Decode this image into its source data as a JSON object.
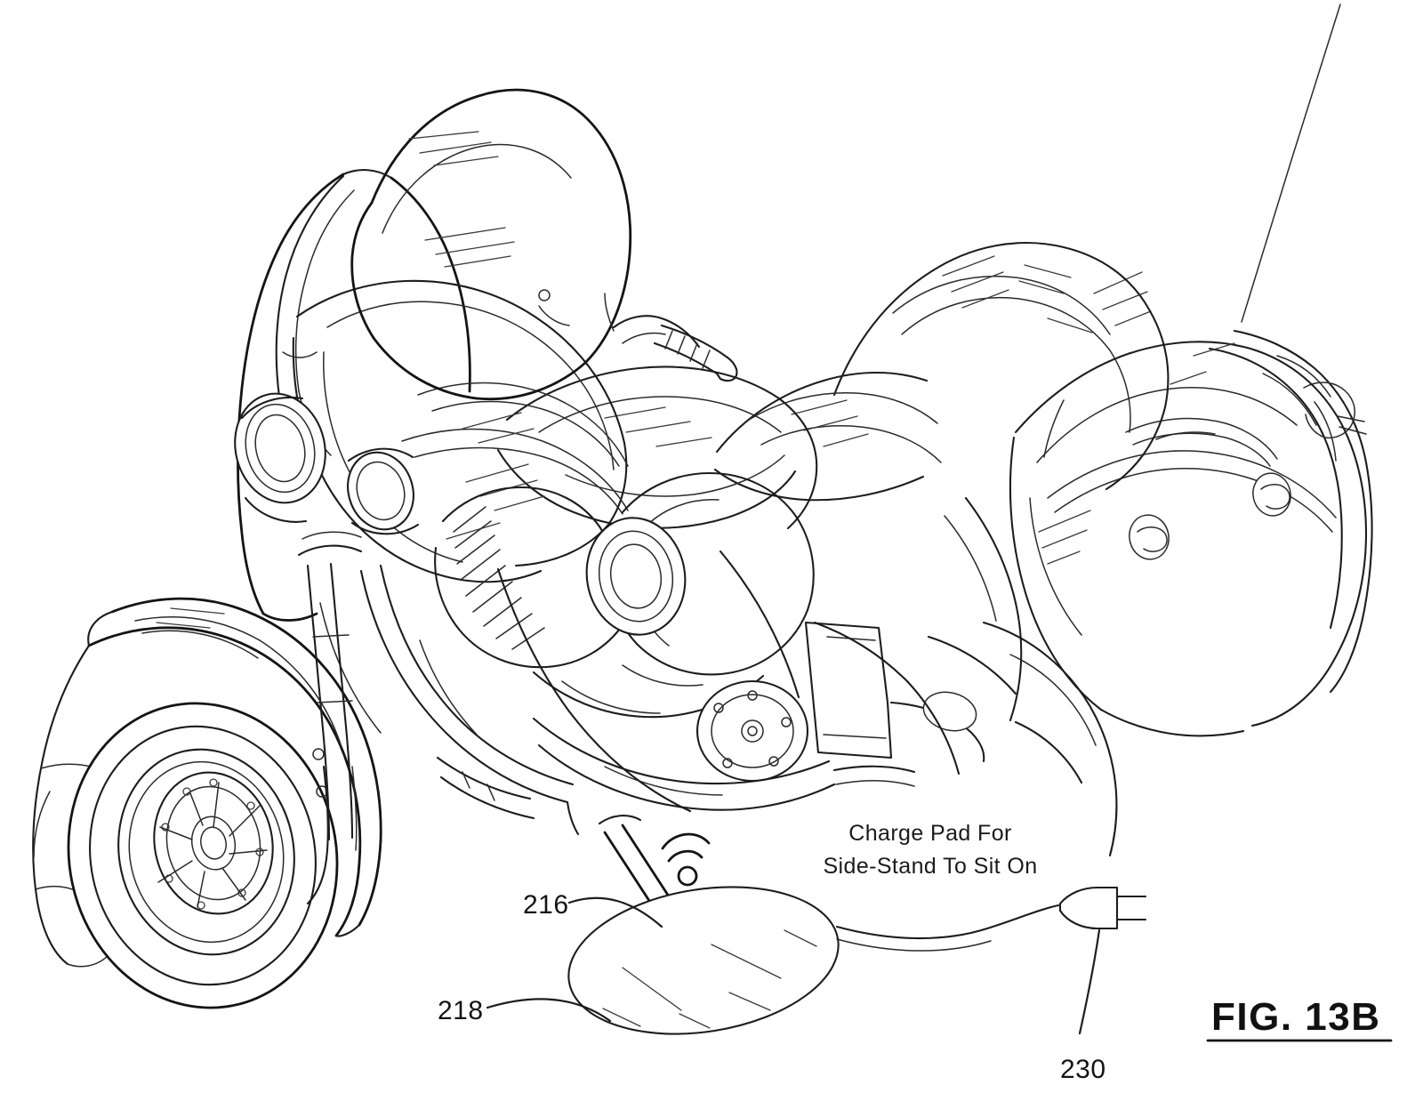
{
  "figure": {
    "label": "FIG. 13B",
    "kind": "patent-line-drawing",
    "subject": "touring motorcycle on wireless charging pad",
    "background_color": "#ffffff",
    "line_color": "#1d1d1d"
  },
  "annotation": {
    "caption_line_1": "Charge Pad For",
    "caption_line_2": "Side-Stand To Sit On"
  },
  "reference_numerals": [
    {
      "id": "216",
      "label": "216",
      "points_to": "side-stand / kickstand foot"
    },
    {
      "id": "218",
      "label": "218",
      "points_to": "charge pad"
    },
    {
      "id": "230",
      "label": "230",
      "points_to": "power cord plug"
    }
  ],
  "icons": {
    "wireless_signal": "wireless-charge-icon"
  }
}
